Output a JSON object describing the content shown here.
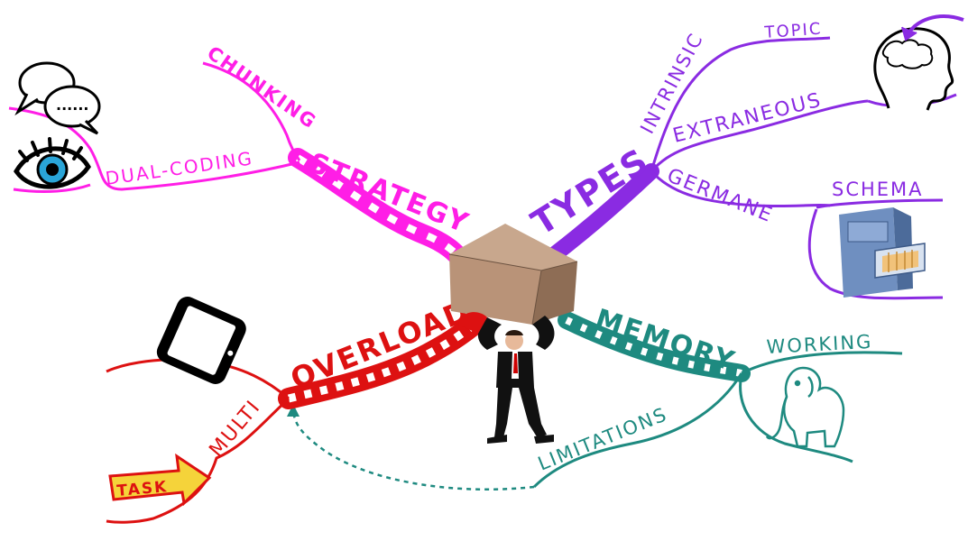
{
  "diagram": {
    "center": "cognitive-load",
    "colors": {
      "strategy": "#ff1ee6",
      "types": "#8a2be2",
      "memory": "#1e8a80",
      "overload": "#dd1111",
      "task_fill": "#f5d33a"
    },
    "labels": {
      "strategy": "STRATEGY",
      "chunking": "CHUNKING",
      "dual_coding": "DUAL-CODING",
      "types": "TYPES",
      "intrinsic": "INTRINSIC",
      "topic": "TOPIC",
      "extraneous": "EXTRANEOUS",
      "germane": "GERMANE",
      "schema": "SCHEMA",
      "memory": "MEMORY",
      "working": "WORKING",
      "limitations": "LIMITATIONS",
      "overload": "OVERLOAD",
      "multi": "MULTI",
      "task": "TASK"
    },
    "speech_dots": "......",
    "icons": [
      "speech-bubbles",
      "eye",
      "brain-head",
      "filing-cabinet",
      "smartphone",
      "elephant",
      "task-arrow",
      "man-carrying-box"
    ]
  }
}
